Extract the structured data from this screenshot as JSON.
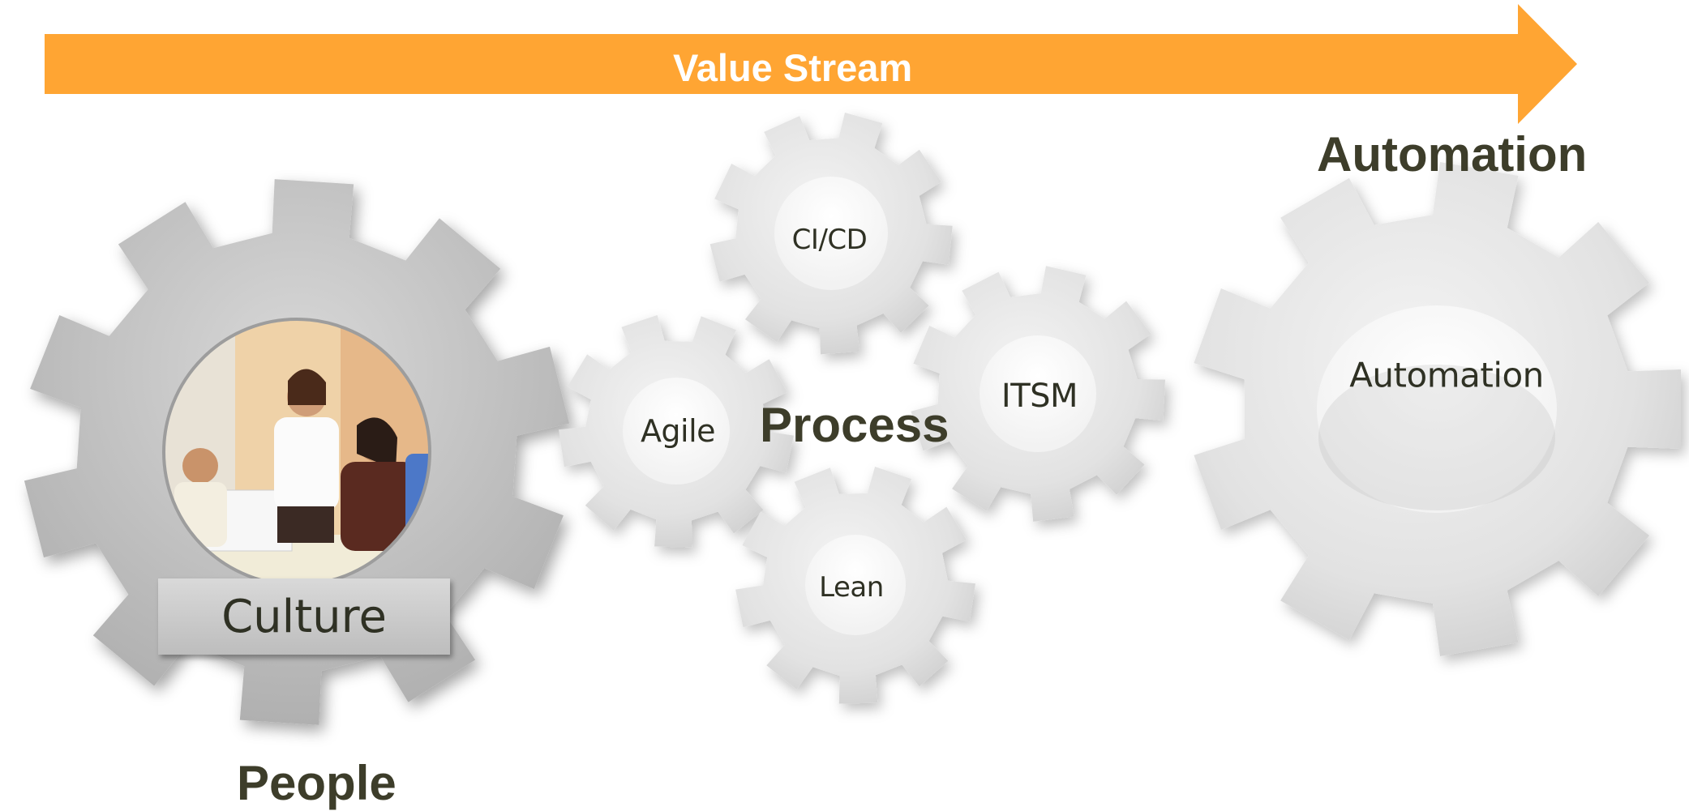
{
  "arrow": {
    "label": "Value Stream",
    "color": "#ffa533"
  },
  "headings": {
    "automation": "Automation",
    "process": "Process",
    "people": "People"
  },
  "gears": {
    "cicd": "CI/CD",
    "agile": "Agile",
    "itsm": "ITSM",
    "lean": "Lean",
    "automation": "Automation",
    "culture": "Culture"
  },
  "colors": {
    "gear": "#e4e4e4",
    "gear_dark": "#bdbdbd",
    "text": "#3d3d2a"
  }
}
